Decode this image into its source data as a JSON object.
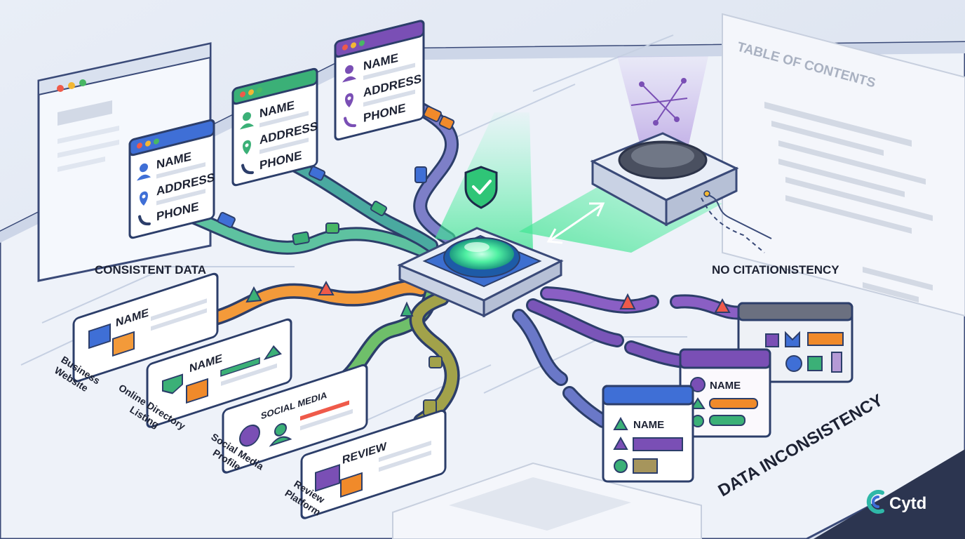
{
  "labels": {
    "consistent": "CONSISTENT DATA",
    "no_citation": "NO CITATIONISTENCY",
    "inconsistency": "DATA INCONSISTENCY",
    "toc": "TABLE OF CONTENTS"
  },
  "profile_fields": [
    "NAME",
    "ADDRESS",
    "PHONE"
  ],
  "source_cards": {
    "business": "NAME",
    "directory": "NAME",
    "social": "SOCIAL MEDIA",
    "review": "REVIEW"
  },
  "source_labels": {
    "business": [
      "Business",
      "Website"
    ],
    "directory": [
      "Online Directory",
      "Listing"
    ],
    "social": [
      "Social Media",
      "Profile"
    ],
    "review": [
      "Review",
      "Platform"
    ]
  },
  "inconsistent_cards": {
    "front": "NAME",
    "middle": "NAME"
  },
  "brand": {
    "name": "Cytd",
    "color": "#2fb8a8"
  },
  "colors": {
    "hub_glow": "#3ce28f",
    "blue": "#3f6fd6",
    "green": "#3bb077",
    "purple": "#7a4fb5",
    "orange": "#f08a2a"
  },
  "icons": [
    "person-icon",
    "location-pin-icon",
    "phone-icon",
    "shield-check-icon"
  ]
}
